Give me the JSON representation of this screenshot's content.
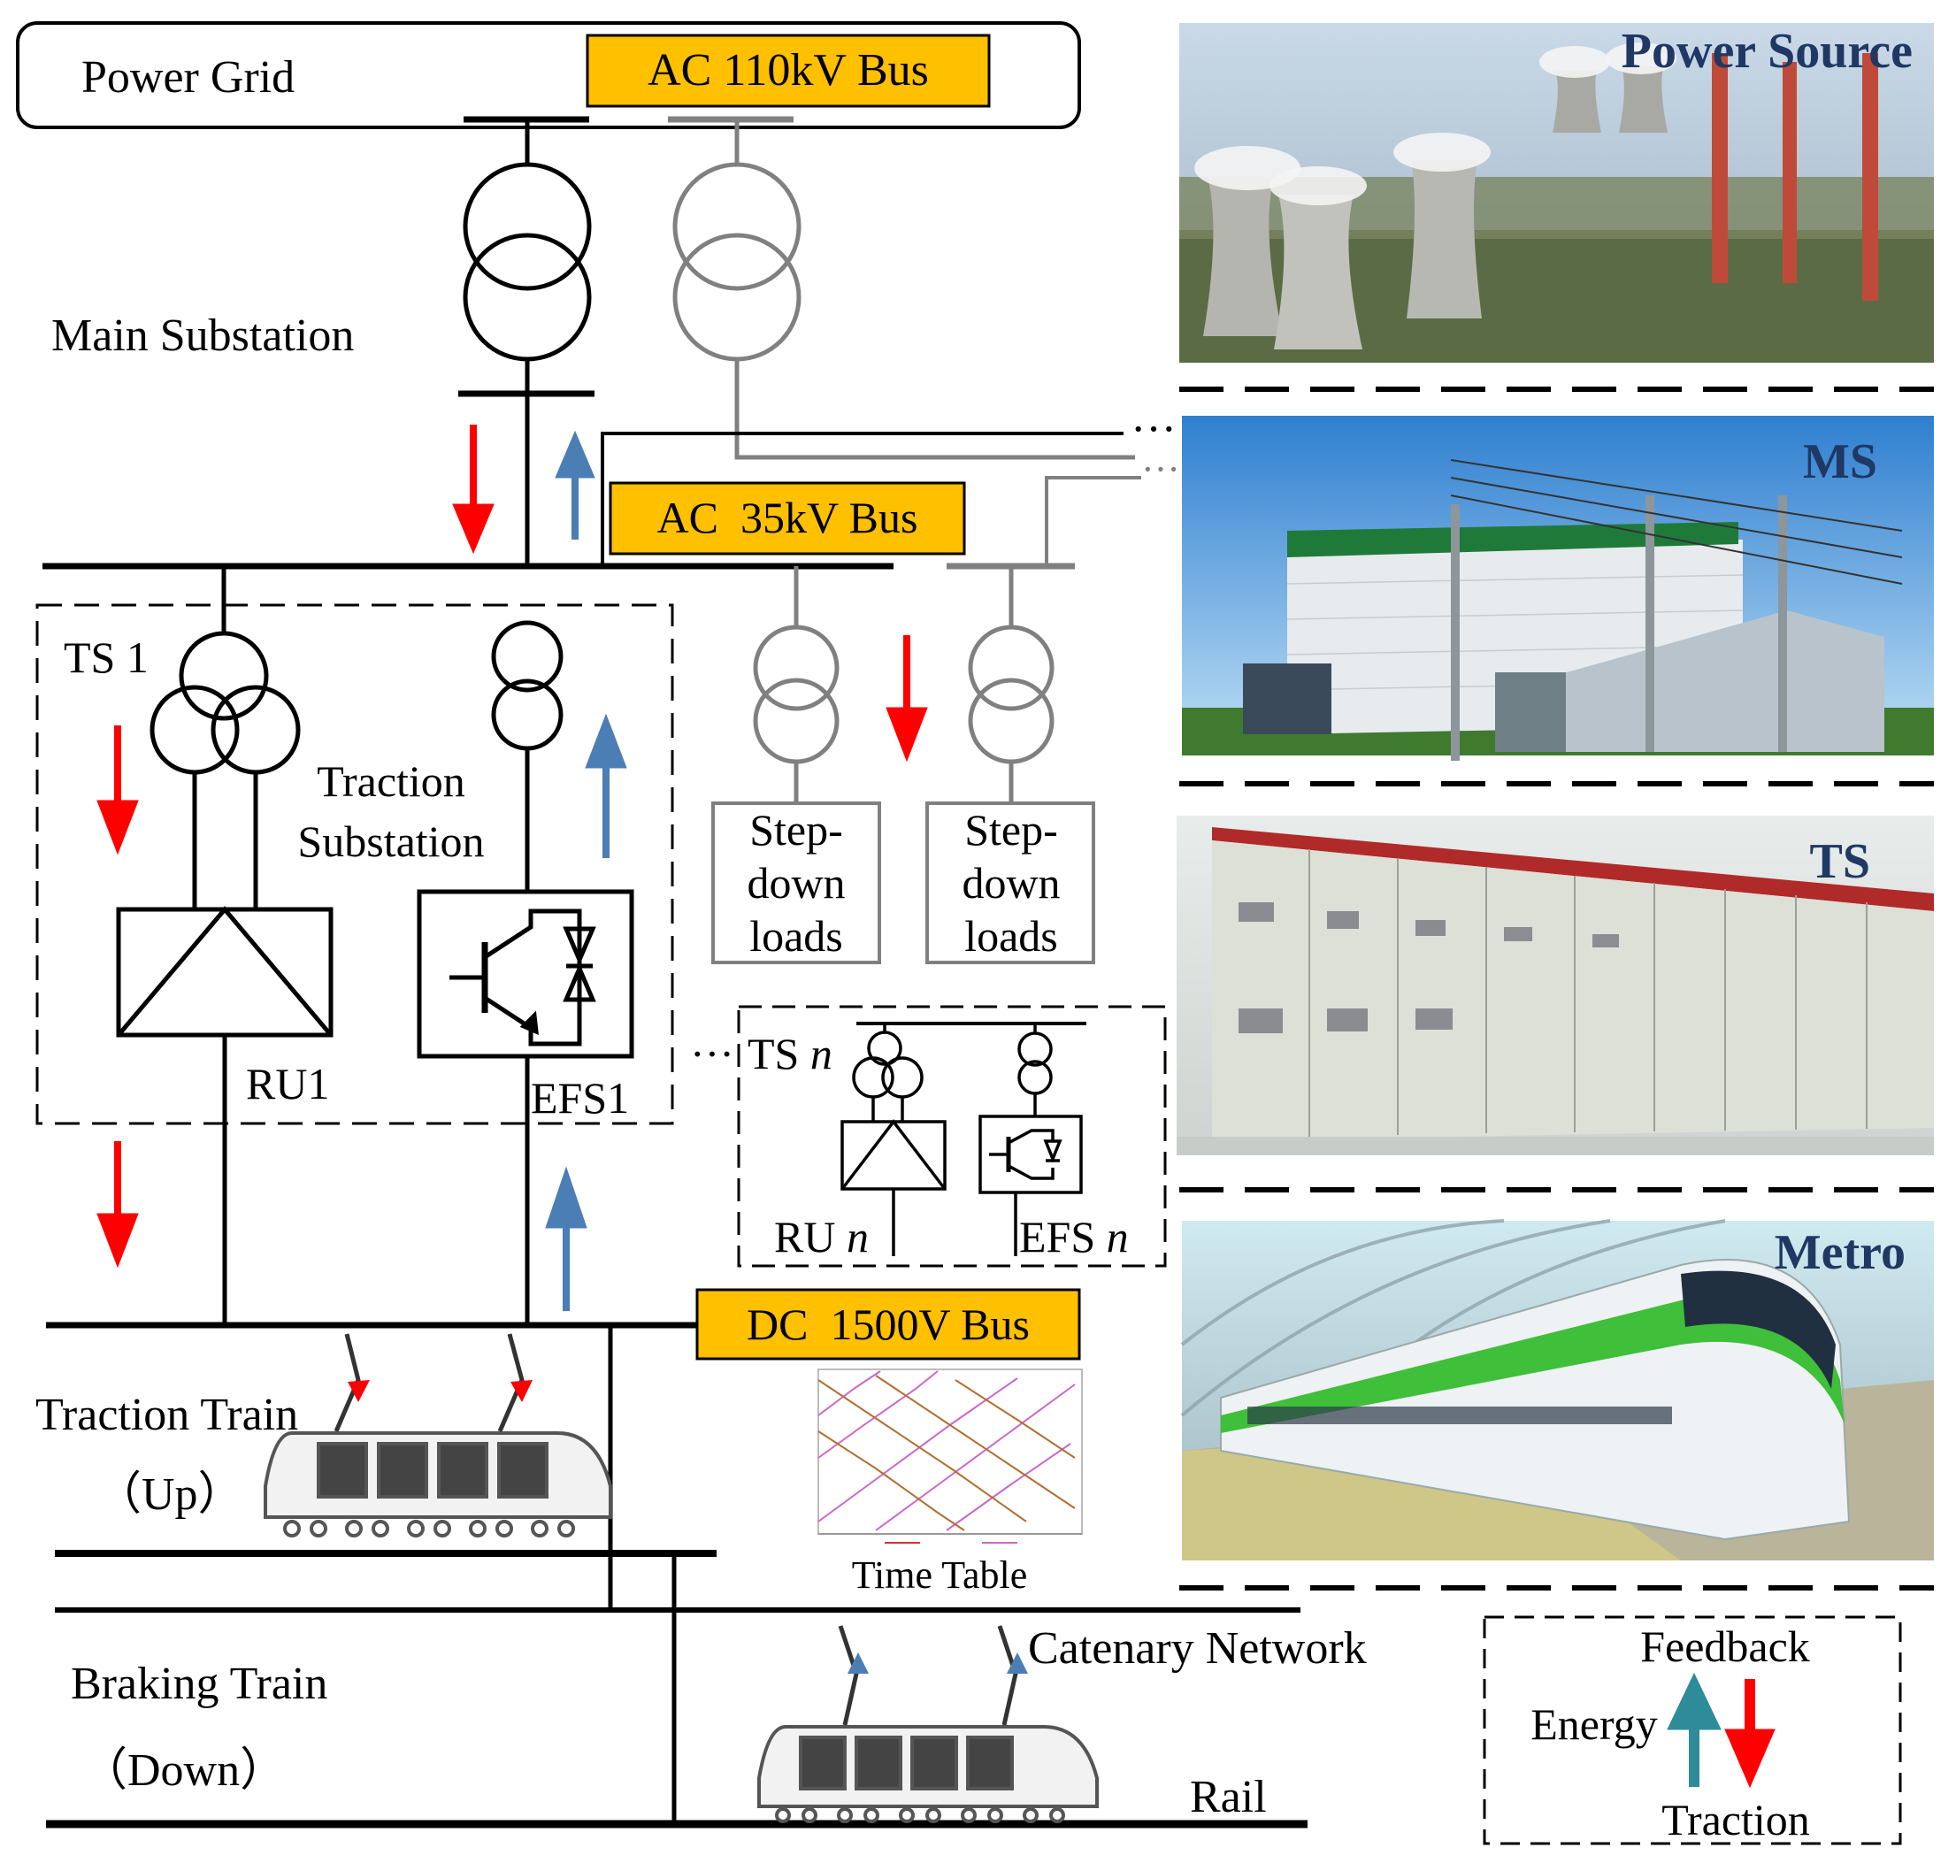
{
  "labels": {
    "power_grid": "Power Grid",
    "ac110_bus": "AC 110kV Bus",
    "main_substation": "Main Substation",
    "ac35_bus": "AC  35kV Bus",
    "ts1": "TS 1",
    "traction_substation_line1": "Traction",
    "traction_substation_line2": "Substation",
    "ru1": "RU1",
    "efs1": "EFS1",
    "stepdown_line1": "Step-",
    "stepdown_line2": "down",
    "stepdown_line3": "loads",
    "ts_n_dots": "···",
    "ts_n_prefix": "TS ",
    "ru_n_prefix": "RU ",
    "efs_n_prefix": "EFS ",
    "n": "n",
    "dc1500_bus": "DC  1500V Bus",
    "traction_train": "Traction Train",
    "up": "（Up）",
    "braking_train": "Braking Train",
    "down": "（Down）",
    "time_table": "Time Table",
    "catenary_network": "Catenary Network",
    "rail": "Rail",
    "dots_top": "···",
    "dots_second": "···"
  },
  "panels": {
    "power_source": "Power Source",
    "ms": "MS",
    "ts": "TS",
    "metro": "Metro"
  },
  "legend": {
    "feedback": "Feedback",
    "energy": "Energy",
    "traction": "Traction"
  },
  "colors": {
    "bus_label_fill": "#FFC000",
    "traction_arrow": "#FF0000",
    "feedback_arrow": "#4A7EB5",
    "legend_feedback_arrow": "#2E8B9A",
    "panel_title": "#1F3864",
    "gray_equipment": "#808080"
  }
}
